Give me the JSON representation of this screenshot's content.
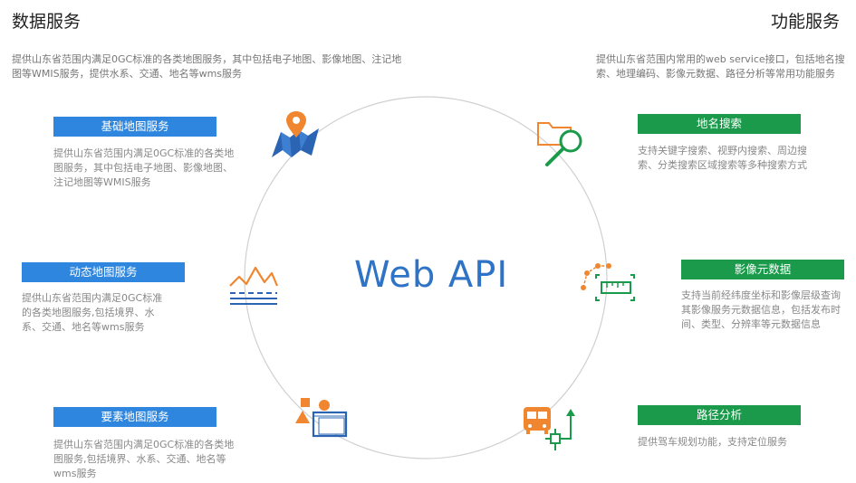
{
  "left_header": {
    "title": "数据服务",
    "desc": "提供山东省范围内满足0GC标准的各类地图服务，其中包括电子地图、影像地图、注记地图等WMIS服务，提供水系、交通、地名等wms服务"
  },
  "right_header": {
    "title": "功能服务",
    "desc": "提供山东省范围内常用的web service接口，包括地名搜索、地理编码、影像元数据、路径分析等常用功能服务"
  },
  "center": {
    "title": "Web API"
  },
  "data_services": [
    {
      "label": "基础地图服务",
      "desc": "提供山东省范围内满足0GC标准的各类地图服务，其中包括电子地图、影像地图、注记地图等WMIS服务",
      "icon": "map-pin-icon"
    },
    {
      "label": "动态地图服务",
      "desc": "提供山东省范围内满足0GC标准的各类地图服务,包括境界、水系、交通、地名等wms服务",
      "icon": "terrain-line-icon"
    },
    {
      "label": "要素地图服务",
      "desc": "提供山东省范围内满足0GC标准的各类地图服务,包括境界、水系、交通、地名等wms服务",
      "icon": "shapes-layer-icon"
    }
  ],
  "function_services": [
    {
      "label": "地名搜索",
      "desc": "支持关键字搜索、视野内搜索、周边搜索、分类搜索区域搜索等多种搜索方式",
      "icon": "folder-search-icon"
    },
    {
      "label": "影像元数据",
      "desc": "支持当前经纬度坐标和影像层级查询其影像服务元数据信息，包括发布时间、类型、分辨率等元数据信息",
      "icon": "measure-ruler-icon"
    },
    {
      "label": "路径分析",
      "desc": "提供驾车规划功能，支持定位服务",
      "icon": "bus-route-icon"
    }
  ],
  "colors": {
    "blue": "#2e86de",
    "green": "#1a9a4a",
    "orange": "#f0862f",
    "center_text": "#2f73c6"
  }
}
